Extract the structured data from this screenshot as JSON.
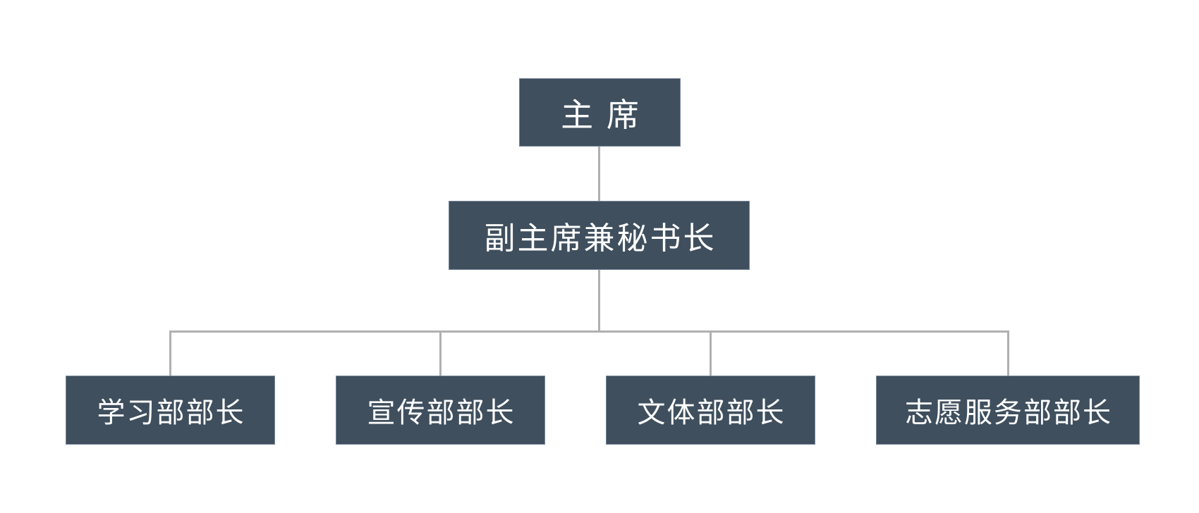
{
  "org_chart": {
    "type": "organization-hierarchy",
    "colors": {
      "background": "#ffffff",
      "node_fill": "#3f4f5e",
      "node_border": "#78879a",
      "node_text": "#ffffff",
      "connector": "#b0b0b0"
    },
    "nodes": {
      "chairman": {
        "label": "主 席"
      },
      "vice_chairman": {
        "label": "副主席兼秘书长"
      },
      "departments": [
        {
          "label": "学习部部长"
        },
        {
          "label": "宣传部部长"
        },
        {
          "label": "文体部部长"
        },
        {
          "label": "志愿服务部部长"
        }
      ]
    }
  }
}
